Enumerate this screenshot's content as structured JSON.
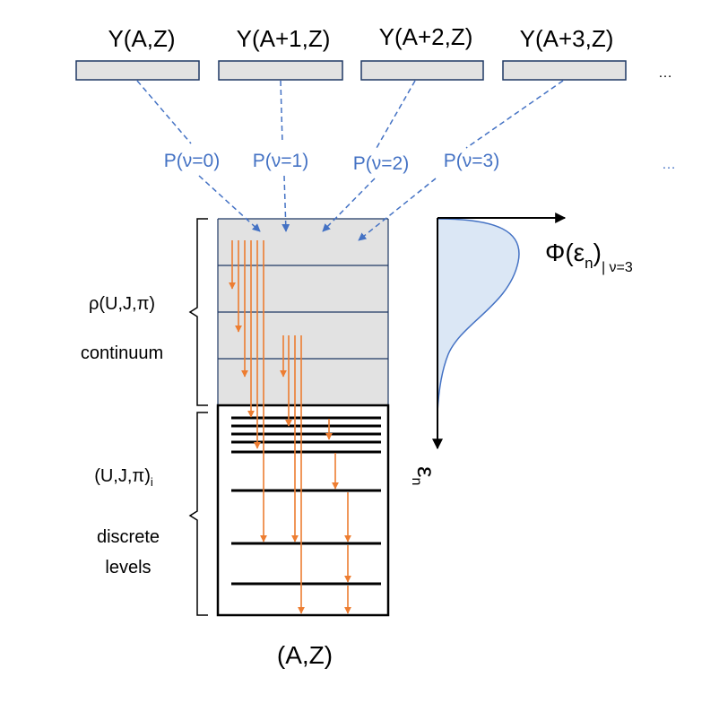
{
  "yields": {
    "labels": [
      "Y(A,Z)",
      "Y(A+1,Z)",
      "Y(A+2,Z)",
      "Y(A+3,Z)"
    ],
    "more": "…"
  },
  "emission_probs": {
    "labels": [
      "P(ν=0)",
      "P(ν=1)",
      "P(ν=2)",
      "P(ν=3)"
    ],
    "more": "…"
  },
  "continuum": {
    "density": "ρ(U,J,π)",
    "label": "continuum"
  },
  "discrete": {
    "levels_label": "(U,J,π)",
    "levels_sub": "i",
    "label_line1": "discrete",
    "label_line2": "levels"
  },
  "nucleus": {
    "label": "(A,Z)"
  },
  "spectrum": {
    "phi": "Φ(ε",
    "phi_sub": "n",
    "phi_close": ")",
    "phi_cond": "| ν=3",
    "axis_symbol": "ε",
    "axis_sub": "n"
  },
  "colors": {
    "box_fill": "#e2e2e2",
    "box_stroke": "#1f3864",
    "dashed_arrow": "#4472c4",
    "gamma_arrow": "#ed7d31",
    "spectrum_fill": "#dbe7f5",
    "spectrum_stroke": "#4472c4"
  }
}
